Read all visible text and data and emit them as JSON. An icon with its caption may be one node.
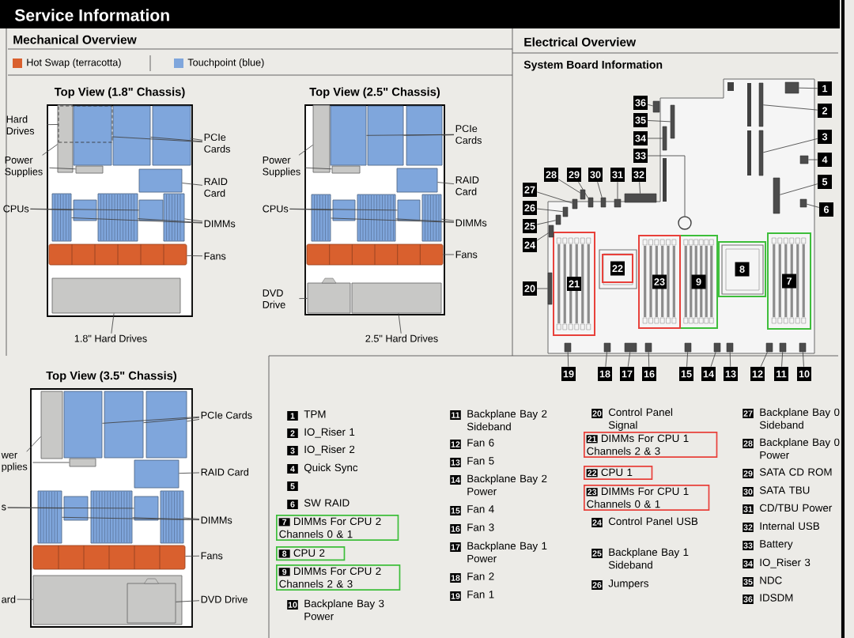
{
  "diagram": {
    "title": "Service Information",
    "nodes": [
      {
        "text": [
          "Top View (1.8\" Chassis)"
        ]
      },
      {
        "text": [],
        "shape": "box",
        "in": 0
      },
      {
        "text": [],
        "shape": "box",
        "in": 0
      },
      {
        "text": [],
        "shape": "box",
        "in": 0
      },
      {
        "text": [],
        "shape": "box",
        "in": 0
      },
      {
        "text": [],
        "shape": "box",
        "in": 0
      },
      {
        "text": [],
        "shape": "box",
        "in": 0
      },
      {
        "text": [],
        "shape": "box",
        "in": 0
      },
      {
        "text": [],
        "shape": "box",
        "in": 0
      },
      {
        "text": [],
        "shape": "box",
        "in": 0
      },
      {
        "text": [],
        "shape": "box",
        "in": 0
      },
      {
        "text": [],
        "shape": "box",
        "in": 0
      },
      {
        "text": [],
        "shape": "box",
        "in": 0
      },
      {
        "text": [],
        "shape": "bar",
        "in": 0
      },
      {
        "text": [],
        "shape": "box",
        "in": 0
      },
      {
        "text": [
          "Hard Drives"
        ]
      },
      {
        "text": [
          "Power Supplies"
        ]
      },
      {
        "text": [
          "CPUs"
        ]
      },
      {
        "text": [
          "PCIe Cards"
        ]
      },
      {
        "text": [
          "RAID Card"
        ]
      },
      {
        "text": [
          "DIMMs"
        ]
      },
      {
        "text": [
          "Fans"
        ]
      },
      {
        "text": [
          "1.8\" Hard Drives"
        ]
      },
      {
        "text": [
          "Top View (2.5\" Chassis)"
        ]
      },
      {
        "text": [],
        "shape": "box",
        "in": 23
      },
      {
        "text": [],
        "shape": "box",
        "in": 23
      },
      {
        "text": [],
        "shape": "box",
        "in": 23
      },
      {
        "text": [],
        "shape": "box",
        "in": 23
      },
      {
        "text": [],
        "shape": "box",
        "in": 23
      },
      {
        "text": [],
        "shape": "box",
        "in": 23
      },
      {
        "text": [],
        "shape": "box",
        "in": 23
      },
      {
        "text": [],
        "shape": "box",
        "in": 23
      },
      {
        "text": [],
        "shape": "box",
        "in": 23
      },
      {
        "text": [],
        "shape": "box",
        "in": 23
      },
      {
        "text": [],
        "shape": "box",
        "in": 23
      },
      {
        "text": [],
        "shape": "bar",
        "in": 23
      },
      {
        "text": [],
        "shape": "box",
        "in": 23
      },
      {
        "text": [],
        "shape": "box",
        "in": 23
      },
      {
        "text": [
          "Power Supplies"
        ]
      },
      {
        "text": [
          "CPUs"
        ]
      },
      {
        "text": [
          "DVD Drive"
        ]
      },
      {
        "text": [
          "PCIe Cards"
        ]
      },
      {
        "text": [
          "RAID Card"
        ]
      },
      {
        "text": [
          "DIMMs"
        ]
      },
      {
        "text": [
          "Fans"
        ]
      },
      {
        "text": [
          "2.5\" Hard Drives"
        ]
      },
      {
        "text": [
          "Top View (3.5\" Chassis)"
        ]
      },
      {
        "text": [],
        "shape": "box",
        "in": 46
      },
      {
        "text": [],
        "shape": "box",
        "in": 46
      },
      {
        "text": [],
        "shape": "box",
        "in": 46
      },
      {
        "text": [],
        "shape": "box",
        "in": 46
      },
      {
        "text": [],
        "shape": "box",
        "in": 46
      },
      {
        "text": [],
        "shape": "box",
        "in": 46
      },
      {
        "text": [],
        "shape": "box",
        "in": 46
      },
      {
        "text": [],
        "shape": "box",
        "in": 46
      },
      {
        "text": [],
        "shape": "box",
        "in": 46
      },
      {
        "text": [],
        "shape": "box",
        "in": 46
      },
      {
        "text": [],
        "shape": "box",
        "in": 46
      },
      {
        "text": [],
        "shape": "bar",
        "in": 46
      },
      {
        "text": [],
        "shape": "box",
        "in": 46
      },
      {
        "text": [],
        "shape": "box",
        "in": 59
      },
      {
        "text": [
          "wer pplies"
        ]
      },
      {
        "text": [
          "s"
        ]
      },
      {
        "text": [
          "ard"
        ]
      },
      {
        "text": [
          "PCIe Cards"
        ]
      },
      {
        "text": [
          "RAID Card"
        ]
      },
      {
        "text": [
          "DIMMs"
        ]
      },
      {
        "text": [
          "Fans"
        ]
      },
      {
        "text": [
          "DVD Drive"
        ]
      },
      {
        "text": [
          "1"
        ]
      },
      {
        "text": [
          "2"
        ]
      },
      {
        "text": [
          "3"
        ]
      },
      {
        "text": [
          "4"
        ]
      },
      {
        "text": [
          "5"
        ]
      },
      {
        "text": [
          "6"
        ]
      },
      {
        "text": [
          "7"
        ]
      },
      {
        "text": [
          "8"
        ]
      },
      {
        "text": [
          "9"
        ]
      },
      {
        "text": [
          "10"
        ]
      },
      {
        "text": [
          "11"
        ]
      },
      {
        "text": [
          "12"
        ]
      },
      {
        "text": [
          "13"
        ]
      },
      {
        "text": [
          "14"
        ]
      },
      {
        "text": [
          "15"
        ]
      },
      {
        "text": [
          "16"
        ]
      },
      {
        "text": [
          "17"
        ]
      },
      {
        "text": [
          "18"
        ]
      },
      {
        "text": [
          "19"
        ]
      },
      {
        "text": [
          "20"
        ]
      },
      {
        "text": [
          "21"
        ]
      },
      {
        "text": [
          "22"
        ]
      },
      {
        "text": [
          "23"
        ]
      },
      {
        "text": [
          "24"
        ]
      },
      {
        "text": [
          "25"
        ]
      },
      {
        "text": [
          "26"
        ]
      },
      {
        "text": [
          "27"
        ]
      },
      {
        "text": [
          "28"
        ]
      },
      {
        "text": [
          "29"
        ]
      },
      {
        "text": [
          "30"
        ]
      },
      {
        "text": [
          "31"
        ]
      },
      {
        "text": [
          "32"
        ]
      },
      {
        "text": [
          "33"
        ]
      },
      {
        "text": [
          "34"
        ]
      },
      {
        "text": [
          "35"
        ]
      },
      {
        "text": [
          "36"
        ]
      },
      {
        "text": [
          "7",
          "DIMMs For CPU 2 Channels 0 & 1"
        ]
      },
      {
        "text": [
          "8",
          "CPU 2"
        ]
      },
      {
        "text": [
          "9",
          "DIMMs For CPU 2 Channels 2 & 3"
        ]
      },
      {
        "text": [
          "21",
          "DIMMs For CPU 1 Channels 2 & 3"
        ]
      },
      {
        "text": [
          "22",
          "CPU 1"
        ]
      },
      {
        "text": [
          "23",
          "DIMMs For CPU 1 Channels 0 & 1"
        ]
      },
      {
        "text": [],
        "shape": "box"
      },
      {
        "text": [],
        "shape": "box"
      },
      {
        "text": [],
        "shape": "box"
      },
      {
        "text": [],
        "shape": "box"
      },
      {
        "text": [],
        "shape": "box"
      },
      {
        "text": [],
        "shape": "box"
      },
      {
        "text": [],
        "shape": "box"
      },
      {
        "text": [],
        "shape": "box"
      },
      {
        "text": [],
        "shape": "box"
      },
      {
        "text": [],
        "shape": "box"
      },
      {
        "text": [],
        "shape": "box"
      },
      {
        "text": [],
        "shape": "box"
      },
      {
        "text": [],
        "shape": "box"
      },
      {
        "text": [],
        "shape": "box"
      },
      {
        "text": [],
        "shape": "box"
      },
      {
        "text": [],
        "shape": "box"
      },
      {
        "text": [],
        "shape": "box"
      },
      {
        "text": [],
        "shape": "box"
      },
      {
        "text": [],
        "shape": "box"
      },
      {
        "text": [],
        "shape": "box"
      },
      {
        "text": [],
        "shape": "box"
      },
      {
        "text": [],
        "shape": "box"
      },
      {
        "text": [],
        "shape": "box"
      },
      {
        "text": [],
        "shape": "box"
      },
      {
        "text": [],
        "shape": "box"
      },
      {
        "text": [],
        "shape": "box"
      },
      {
        "text": [],
        "shape": "circle"
      },
      {
        "text": [],
        "shape": "box"
      },
      {
        "text": [],
        "shape": "box"
      },
      {
        "text": [],
        "shape": "box"
      }
    ],
    "edges": [
      {
        "from": 15,
        "to": 1,
        "arrow": "none"
      },
      {
        "from": 16,
        "to": 2,
        "arrow": "none"
      },
      {
        "from": 16,
        "to": 3,
        "arrow": "none"
      },
      {
        "from": 17,
        "to": 9,
        "arrow": "none"
      },
      {
        "from": 17,
        "to": 11,
        "arrow": "none"
      },
      {
        "from": 18,
        "to": 4,
        "arrow": "none"
      },
      {
        "from": 18,
        "to": 5,
        "arrow": "none"
      },
      {
        "from": 18,
        "to": 6,
        "arrow": "none"
      },
      {
        "from": 19,
        "to": 7,
        "arrow": "none"
      },
      {
        "from": 20,
        "to": 8,
        "arrow": "none"
      },
      {
        "from": 20,
        "to": 10,
        "arrow": "none"
      },
      {
        "from": 20,
        "to": 12,
        "arrow": "none"
      },
      {
        "from": 21,
        "to": 13,
        "arrow": "none"
      },
      {
        "from": 22,
        "to": 14,
        "arrow": "none"
      },
      {
        "from": 38,
        "to": 24,
        "arrow": "none"
      },
      {
        "from": 38,
        "to": 25,
        "arrow": "none"
      },
      {
        "from": 39,
        "to": 31,
        "arrow": "none"
      },
      {
        "from": 39,
        "to": 33,
        "arrow": "none"
      },
      {
        "from": 40,
        "to": 36,
        "arrow": "none"
      },
      {
        "from": 41,
        "to": 26,
        "arrow": "none"
      },
      {
        "from": 41,
        "to": 27,
        "arrow": "none"
      },
      {
        "from": 41,
        "to": 28,
        "arrow": "none"
      },
      {
        "from": 42,
        "to": 29,
        "arrow": "none"
      },
      {
        "from": 43,
        "to": 30,
        "arrow": "none"
      },
      {
        "from": 43,
        "to": 32,
        "arrow": "none"
      },
      {
        "from": 43,
        "to": 34,
        "arrow": "none"
      },
      {
        "from": 44,
        "to": 35,
        "arrow": "none"
      },
      {
        "from": 45,
        "to": 37,
        "arrow": "none"
      },
      {
        "from": 61,
        "to": 47,
        "arrow": "none"
      },
      {
        "from": 61,
        "to": 48,
        "arrow": "none"
      },
      {
        "from": 62,
        "to": 54,
        "arrow": "none"
      },
      {
        "from": 62,
        "to": 56,
        "arrow": "none"
      },
      {
        "from": 63,
        "to": 59,
        "arrow": "none"
      },
      {
        "from": 64,
        "to": 49,
        "arrow": "none"
      },
      {
        "from": 64,
        "to": 50,
        "arrow": "none"
      },
      {
        "from": 64,
        "to": 51,
        "arrow": "none"
      },
      {
        "from": 65,
        "to": 52,
        "arrow": "none"
      },
      {
        "from": 66,
        "to": 53,
        "arrow": "none"
      },
      {
        "from": 66,
        "to": 55,
        "arrow": "none"
      },
      {
        "from": 66,
        "to": 57,
        "arrow": "none"
      },
      {
        "from": 67,
        "to": 58,
        "arrow": "none"
      },
      {
        "from": 68,
        "to": 60,
        "arrow": "none"
      },
      {
        "from": 69,
        "to": 111,
        "arrow": "none"
      },
      {
        "from": 70,
        "to": 112,
        "arrow": "none"
      },
      {
        "from": 71,
        "to": 113,
        "arrow": "none"
      },
      {
        "from": 72,
        "to": 114,
        "arrow": "none"
      },
      {
        "from": 73,
        "to": 115,
        "arrow": "none"
      },
      {
        "from": 74,
        "to": 116,
        "arrow": "none"
      },
      {
        "from": 78,
        "to": 117,
        "arrow": "none"
      },
      {
        "from": 79,
        "to": 118,
        "arrow": "none"
      },
      {
        "from": 80,
        "to": 119,
        "arrow": "none"
      },
      {
        "from": 81,
        "to": 120,
        "arrow": "none"
      },
      {
        "from": 82,
        "to": 121,
        "arrow": "none"
      },
      {
        "from": 83,
        "to": 122,
        "arrow": "none"
      },
      {
        "from": 84,
        "to": 123,
        "arrow": "none"
      },
      {
        "from": 85,
        "to": 124,
        "arrow": "none"
      },
      {
        "from": 86,
        "to": 125,
        "arrow": "none"
      },
      {
        "from": 87,
        "to": 126,
        "arrow": "none"
      },
      {
        "from": 88,
        "to": 127,
        "arrow": "none"
      },
      {
        "from": 92,
        "to": 128,
        "arrow": "none"
      },
      {
        "from": 93,
        "to": 129,
        "arrow": "none"
      },
      {
        "from": 94,
        "to": 130,
        "arrow": "none"
      },
      {
        "from": 95,
        "to": 131,
        "arrow": "none"
      },
      {
        "from": 96,
        "to": 132,
        "arrow": "none"
      },
      {
        "from": 97,
        "to": 133,
        "arrow": "none"
      },
      {
        "from": 98,
        "to": 134,
        "arrow": "none"
      },
      {
        "from": 99,
        "to": 135,
        "arrow": "none"
      },
      {
        "from": 100,
        "to": 136,
        "arrow": "none"
      },
      {
        "from": 101,
        "to": 137,
        "arrow": "none"
      },
      {
        "from": 102,
        "to": 138,
        "arrow": "none"
      },
      {
        "from": 103,
        "to": 139,
        "arrow": "none"
      },
      {
        "from": 104,
        "to": 140,
        "arrow": "none"
      }
    ],
    "labels": [
      "Mechanical Overview",
      "Electrical Overview",
      "System Board Information",
      "1",
      "TPM",
      "2",
      "IO_Riser 1",
      "3",
      "IO_Riser 2",
      "4",
      "Quick Sync",
      "5",
      "6",
      "SW RAID",
      "10",
      "Backplane Bay 3 Power",
      "11",
      "Backplane Bay 2 Sideband",
      "12",
      "Fan 6",
      "13",
      "Fan 5",
      "14",
      "Backplane Bay 2 Power",
      "15",
      "Fan 4",
      "16",
      "Fan 3",
      "17",
      "Backplane Bay 1 Power",
      "18",
      "Fan 2",
      "19",
      "Fan 1",
      "20",
      "Control Panel Signal",
      "24",
      "Control Panel USB",
      "25",
      "Backplane Bay 1 Sideband",
      "26",
      "Jumpers",
      "27",
      "Backplane Bay 0 Sideband",
      "28",
      "Backplane Bay 0 Power",
      "29",
      "SATA CD ROM",
      "30",
      "SATA TBU",
      "31",
      "CD/TBU Power",
      "32",
      "Internal USB",
      "33",
      "Battery",
      "34",
      "IO_Riser 3",
      "35",
      "NDC",
      "36",
      "IDSDM"
    ],
    "legend": [
      {
        "text": "Hot Swap (terracotta)",
        "color": "#d9602e"
      },
      {
        "text": "Touchpoint (blue)",
        "color": "#7fa6dc"
      }
    ]
  }
}
